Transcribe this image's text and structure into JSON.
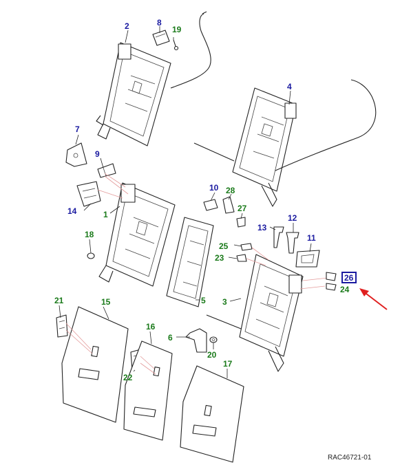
{
  "callouts": [
    {
      "id": "2",
      "text": "2",
      "color": "#1a1aa0"
    },
    {
      "id": "8",
      "text": "8",
      "color": "#1a1aa0"
    },
    {
      "id": "19",
      "text": "19",
      "color": "#1a7a1a"
    },
    {
      "id": "4",
      "text": "4",
      "color": "#1a1aa0"
    },
    {
      "id": "7",
      "text": "7",
      "color": "#1a1aa0"
    },
    {
      "id": "9",
      "text": "9",
      "color": "#1a1aa0"
    },
    {
      "id": "14",
      "text": "14",
      "color": "#1a1aa0"
    },
    {
      "id": "1",
      "text": "1",
      "color": "#1a7a1a"
    },
    {
      "id": "10",
      "text": "10",
      "color": "#1a1aa0"
    },
    {
      "id": "28",
      "text": "28",
      "color": "#1a7a1a"
    },
    {
      "id": "27",
      "text": "27",
      "color": "#1a7a1a"
    },
    {
      "id": "13",
      "text": "13",
      "color": "#1a1aa0"
    },
    {
      "id": "12",
      "text": "12",
      "color": "#1a1aa0"
    },
    {
      "id": "18",
      "text": "18",
      "color": "#1a7a1a"
    },
    {
      "id": "25",
      "text": "25",
      "color": "#1a7a1a"
    },
    {
      "id": "23",
      "text": "23",
      "color": "#1a7a1a"
    },
    {
      "id": "11",
      "text": "11",
      "color": "#1a1aa0"
    },
    {
      "id": "26",
      "text": "26",
      "color": "#1a1aa0",
      "highlighted": true
    },
    {
      "id": "24",
      "text": "24",
      "color": "#1a7a1a"
    },
    {
      "id": "5",
      "text": "5",
      "color": "#1a7a1a"
    },
    {
      "id": "3",
      "text": "3",
      "color": "#1a7a1a"
    },
    {
      "id": "21",
      "text": "21",
      "color": "#1a7a1a"
    },
    {
      "id": "15",
      "text": "15",
      "color": "#1a7a1a"
    },
    {
      "id": "16",
      "text": "16",
      "color": "#1a7a1a"
    },
    {
      "id": "6",
      "text": "6",
      "color": "#1a7a1a"
    },
    {
      "id": "20",
      "text": "20",
      "color": "#1a7a1a"
    },
    {
      "id": "17",
      "text": "17",
      "color": "#1a7a1a"
    },
    {
      "id": "22",
      "text": "22",
      "color": "#1a7a1a"
    }
  ],
  "reference_code": "RAC46721-01",
  "colors": {
    "highlight_box": "#1a1aa0",
    "arrow": "#e02020",
    "leader_pink": "#e39a9a",
    "line": "#222222"
  }
}
